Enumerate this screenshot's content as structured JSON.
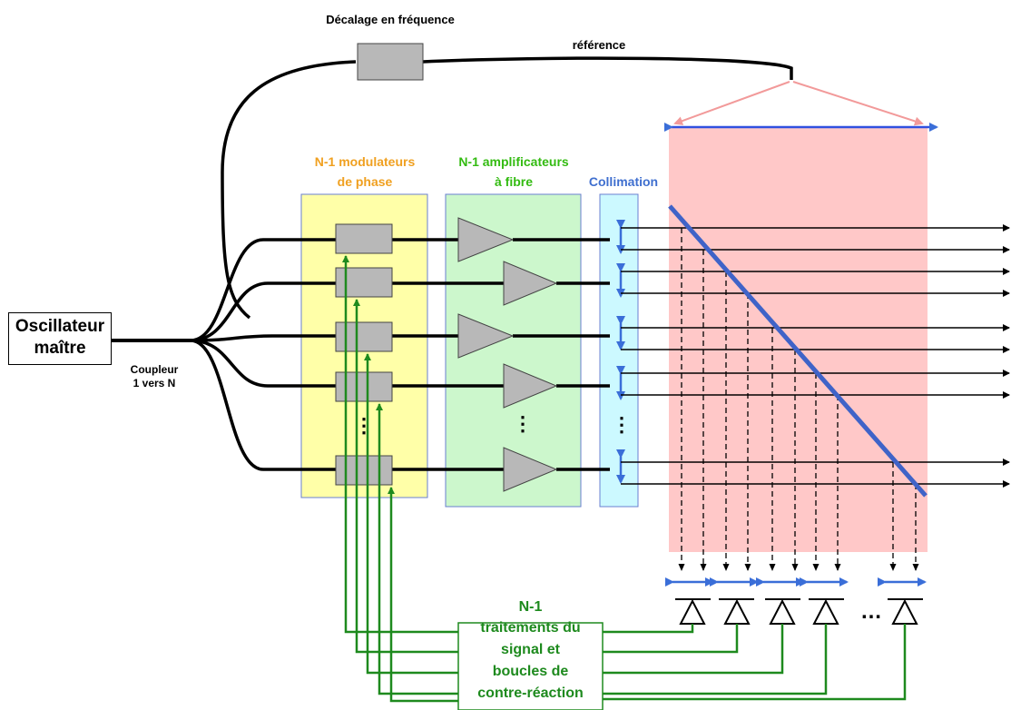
{
  "labels": {
    "frequency_shift": "Décalage en fréquence",
    "reference": "référence",
    "modulators_line1": "N-1 modulateurs",
    "modulators_line2": "de phase",
    "amplifiers_line1": "N-1 amplificateurs",
    "amplifiers_line2": "à fibre",
    "collimation": "Collimation",
    "oscillator_line1": "Oscillateur",
    "oscillator_line2": "maître",
    "coupler_line1": "Coupleur",
    "coupler_line2": "1 vers N",
    "vertical_dots": "⋮",
    "horizontal_dots": "…",
    "processing_line1": "N-1",
    "processing_line2": "traitements du",
    "processing_line3": "signal et",
    "processing_line4": "boucles de",
    "processing_line5": "contre-réaction"
  },
  "colors": {
    "modulators_bg": "#ffffa8",
    "modulators_border": "#6a7fd0",
    "amplifiers_bg": "#ccf7cc",
    "amplifiers_border": "#6a7fd0",
    "collimation_bg": "#ccf9ff",
    "combiner_bg": "#ffc8c8",
    "orange_text": "#f0a020",
    "green_text": "#33bb11",
    "blue_text": "#3f6fcf",
    "feedback_green": "#1e8a1e",
    "arrow_blue": "#3a6ed8",
    "mirror_blue": "#3f63c8",
    "pink_line": "#f29a9a",
    "box_gray": "#b8b8b8"
  }
}
